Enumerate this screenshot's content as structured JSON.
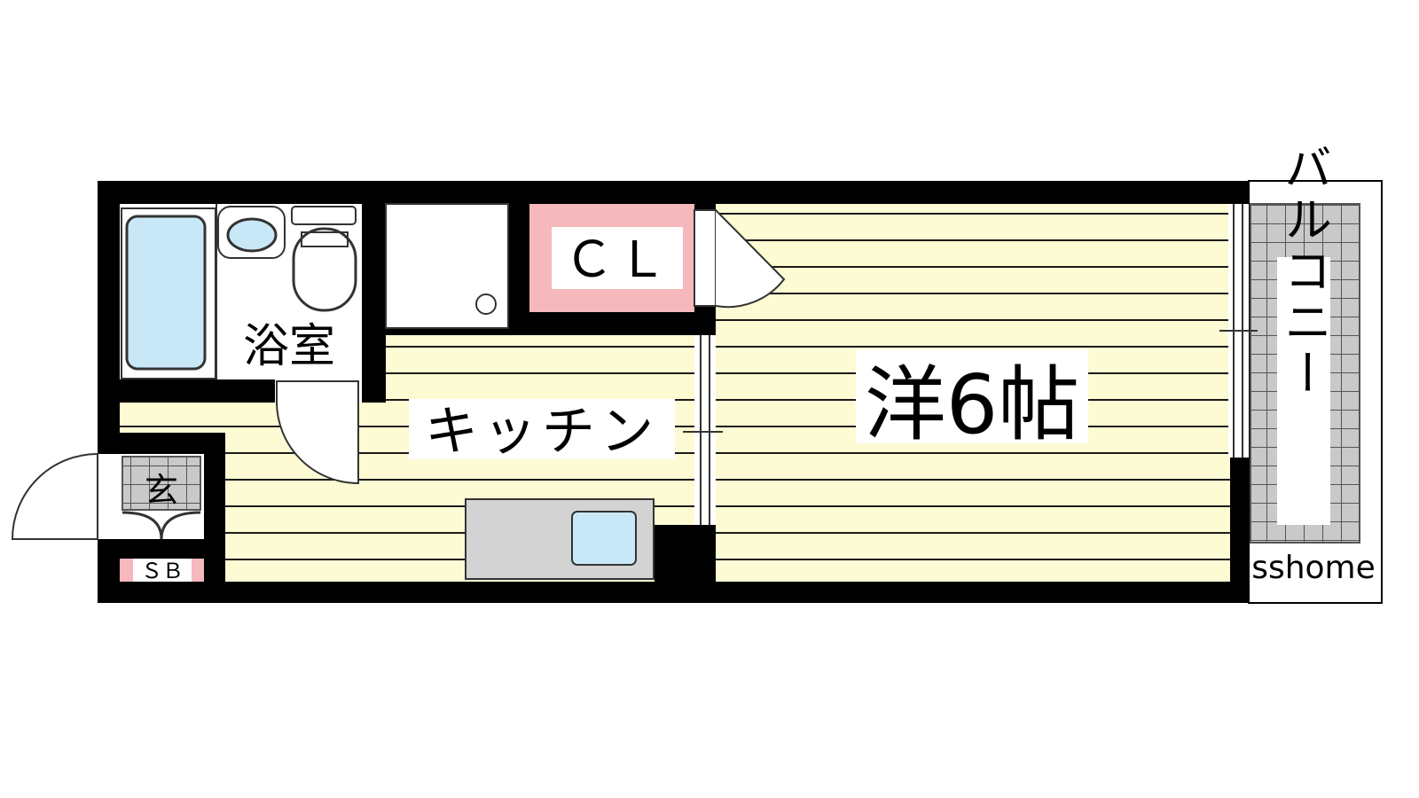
{
  "floor_plan": {
    "rooms": {
      "bath": "浴室",
      "closet": "ＣＬ",
      "western_room": "洋6帖",
      "kitchen": "キッチン",
      "entrance": "玄",
      "shoe_box": "ＳＢ",
      "balcony": "バルコニー"
    },
    "watermark": "sshome"
  },
  "colors": {
    "floor_wood": "#fdfbd3",
    "floor_line": "#1a1a1a",
    "wall": "#000000",
    "water_fixture": "#c8e8f8",
    "closet": "#f5b8bc",
    "sink_counter": "#d3d3d3",
    "balcony_tile": "#c9c9c9",
    "entrance_tile": "#c9c9c9",
    "shoe_box": "#f5b8bc"
  }
}
